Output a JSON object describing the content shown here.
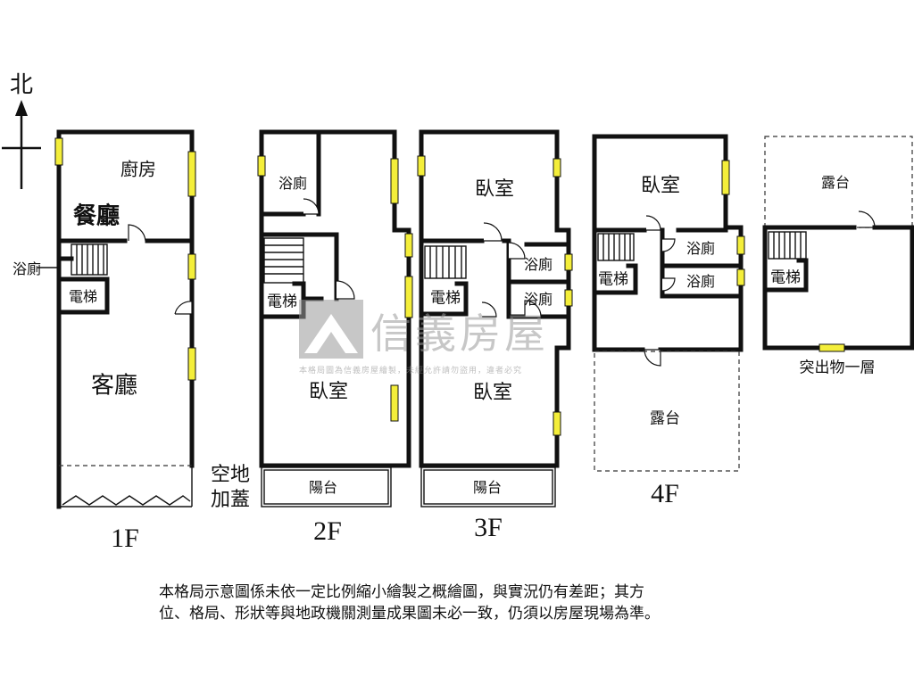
{
  "compass": {
    "north_label": "北"
  },
  "floors": {
    "f1": {
      "label": "1F",
      "rooms": {
        "kitchen": "廚房",
        "dining": "餐廳",
        "bath": "浴廁",
        "elevator": "電梯",
        "living": "客廳"
      },
      "annex": {
        "line1": "空地",
        "line2": "加蓋"
      }
    },
    "f2": {
      "label": "2F",
      "rooms": {
        "bath": "浴廁",
        "elevator": "電梯",
        "bedroom": "臥室",
        "balcony": "陽台"
      }
    },
    "f3": {
      "label": "3F",
      "rooms": {
        "bedroom_top": "臥室",
        "bath_a": "浴廁",
        "elevator": "電梯",
        "bath_b": "浴廁",
        "bedroom_bottom": "臥室",
        "balcony": "陽台"
      }
    },
    "f4": {
      "label": "4F",
      "rooms": {
        "bedroom": "臥室",
        "bath_a": "浴廁",
        "elevator": "電梯",
        "bath_b": "浴廁",
        "terrace": "露台"
      }
    },
    "roof": {
      "label": "突出物一層",
      "rooms": {
        "terrace": "露台",
        "elevator": "電梯"
      }
    }
  },
  "watermark": {
    "brand": "信義房屋",
    "notice": "本格局圖為信義房屋繪製，未經允許請勿盜用，違者必究"
  },
  "disclaimer": {
    "line1": "本格局示意圖係未依一定比例縮小繪製之概繪圖，與實況仍有差距；其方",
    "line2": "位、格局、形狀等與地政機關測量成果圖未必一致，仍須以房屋現場為準。"
  },
  "colors": {
    "wall": "#111111",
    "window": "#f4ee3a",
    "watermark": "#9a9a9a"
  }
}
